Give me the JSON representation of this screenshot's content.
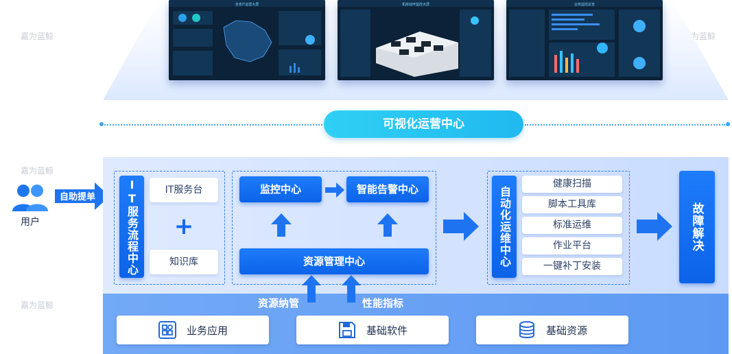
{
  "top": {
    "title": "可视化运营中心",
    "screens": [
      {
        "caption": "全省IT运营大屏"
      },
      {
        "caption": "机房动环监控大屏"
      },
      {
        "caption": "业务监控总览"
      }
    ]
  },
  "user": {
    "label": "用户",
    "arrow_label": "自助提单"
  },
  "it_service_center": {
    "title": "IT服务流程中心",
    "service_desk": "IT服务台",
    "plus": "+",
    "knowledge_base": "知识库"
  },
  "monitoring": {
    "monitor_center": "监控中心",
    "alarm_center": "智能告警中心",
    "resource_center": "资源管理中心"
  },
  "automation": {
    "title": "自动化运维中心",
    "items": [
      "健康扫描",
      "脚本工具库",
      "标准运维",
      "作业平台",
      "一键补丁安装"
    ]
  },
  "fault": {
    "title": "故障解决"
  },
  "bottom": {
    "left_label": "资源纳管",
    "right_label": "性能指标",
    "cards": [
      {
        "label": "业务应用",
        "icon": "app-grid-icon"
      },
      {
        "label": "基础软件",
        "icon": "floppy-disk-icon"
      },
      {
        "label": "基础资源",
        "icon": "database-icon"
      }
    ]
  },
  "watermark": "嘉为蓝鲸",
  "colors": {
    "primary_blue": "#0c63e8",
    "cyan": "#2fd0f4",
    "panel": "#dfeaff"
  }
}
